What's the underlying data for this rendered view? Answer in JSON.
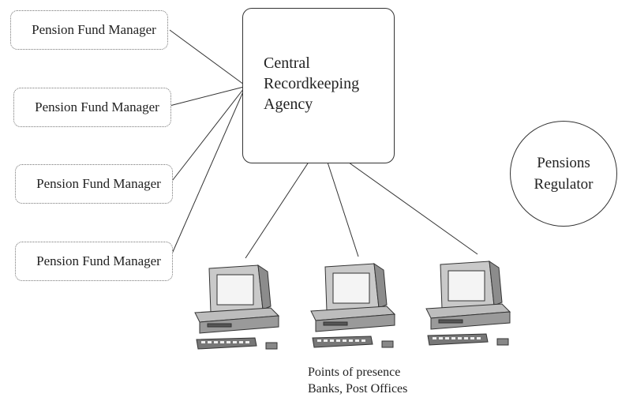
{
  "fund_managers": [
    {
      "label": "Pension Fund Manager"
    },
    {
      "label": "Pension Fund Manager"
    },
    {
      "label": "Pension Fund Manager"
    },
    {
      "label": "Pension Fund Manager"
    }
  ],
  "central_agency": {
    "line1": "Central",
    "line2": "Recordkeeping",
    "line3": "Agency"
  },
  "regulator": {
    "line1": "Pensions",
    "line2": "Regulator"
  },
  "points_of_presence": {
    "line1": "Points of presence",
    "line2": "Banks, Post Offices",
    "terminal_icon": "desktop-computer-icon",
    "terminal_count": 3
  }
}
